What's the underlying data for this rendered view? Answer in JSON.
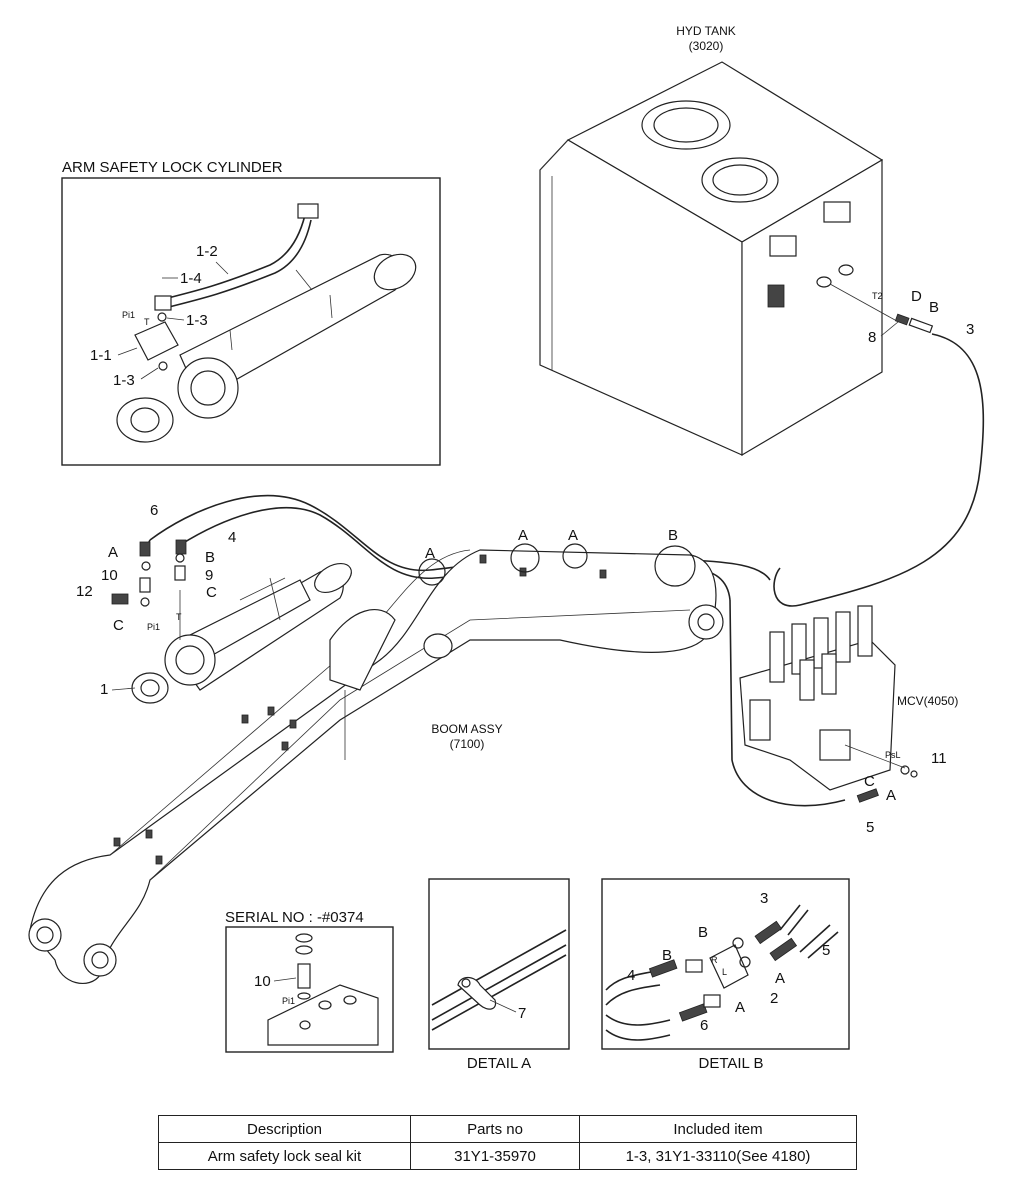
{
  "labels": {
    "hyd_tank_line1": "HYD TANK",
    "hyd_tank_line2": "(3020)",
    "arm_lock_title": "ARM SAFETY LOCK CYLINDER",
    "boom_line1": "BOOM ASSY",
    "boom_line2": "(7100)",
    "mcv": "MCV(4050)",
    "serial": "SERIAL NO : -#0374",
    "detail_a": "DETAIL  A",
    "detail_b": "DETAIL  B",
    "port_t2": "T2",
    "port_psl": "PsL",
    "port_pi1": "Pi1",
    "port_t": "T",
    "port_r": "R",
    "port_l": "L"
  },
  "callouts": {
    "c1": "1",
    "c1_1": "1-1",
    "c1_2": "1-2",
    "c1_3": "1-3",
    "c1_4": "1-4",
    "c2": "2",
    "c3": "3",
    "c4": "4",
    "c5": "5",
    "c6": "6",
    "c7": "7",
    "c8": "8",
    "c9": "9",
    "c10": "10",
    "c11": "11",
    "c12": "12",
    "cA": "A",
    "cB": "B",
    "cC": "C",
    "cD": "D"
  },
  "table": {
    "headers": [
      "Description",
      "Parts no",
      "Included item"
    ],
    "rows": [
      [
        "Arm safety lock seal kit",
        "31Y1-35970",
        "1-3, 31Y1-33110(See 4180)"
      ]
    ]
  }
}
